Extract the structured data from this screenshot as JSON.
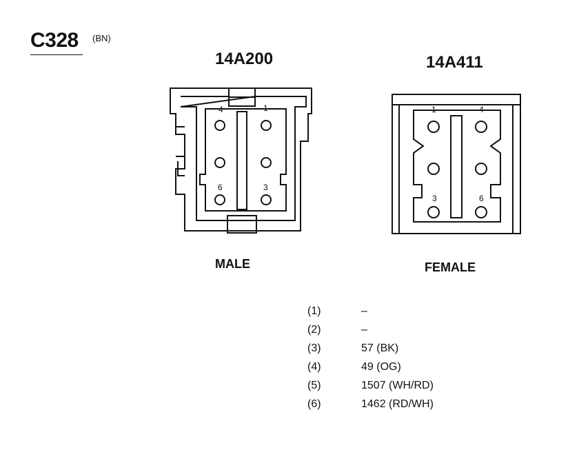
{
  "connector": {
    "id": "C328",
    "color_code": "(BN)"
  },
  "male": {
    "part_number": "14A200",
    "label": "MALE",
    "pin_labels": {
      "p4": "4",
      "p1": "1",
      "p6": "6",
      "p3": "3"
    }
  },
  "female": {
    "part_number": "14A411",
    "label": "FEMALE",
    "pin_labels": {
      "p1": "1",
      "p4": "4",
      "p3": "3",
      "p6": "6"
    }
  },
  "pin_table": [
    {
      "pin": "(1)",
      "circuit": "–"
    },
    {
      "pin": "(2)",
      "circuit": "–"
    },
    {
      "pin": "(3)",
      "circuit": "57 (BK)"
    },
    {
      "pin": "(4)",
      "circuit": "49 (OG)"
    },
    {
      "pin": "(5)",
      "circuit": "1507 (WH/RD)"
    },
    {
      "pin": "(6)",
      "circuit": "1462 (RD/WH)"
    }
  ]
}
